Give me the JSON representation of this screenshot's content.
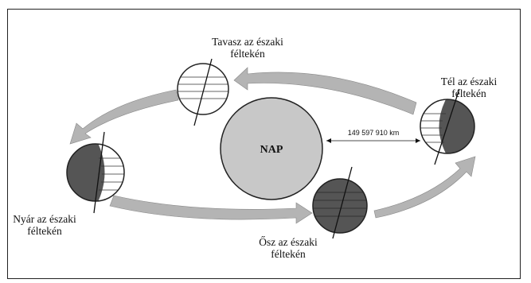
{
  "sun": {
    "label": "NAP",
    "fill": "#c8c8c8"
  },
  "distance": {
    "label": "149 597 910 km"
  },
  "seasons": {
    "spring": {
      "line1": "Tavasz az északi",
      "line2": "féltekén"
    },
    "winter": {
      "line1": "Tél az északi",
      "line2": "féltekén"
    },
    "summer": {
      "line1": "Nyár az északi",
      "line2": "féltekén"
    },
    "autumn": {
      "line1": "Ősz az északi",
      "line2": "féltekén"
    }
  },
  "colors": {
    "arrow_fill": "#b4b4b4",
    "dark_shade": "#555555",
    "outline": "#222222"
  }
}
